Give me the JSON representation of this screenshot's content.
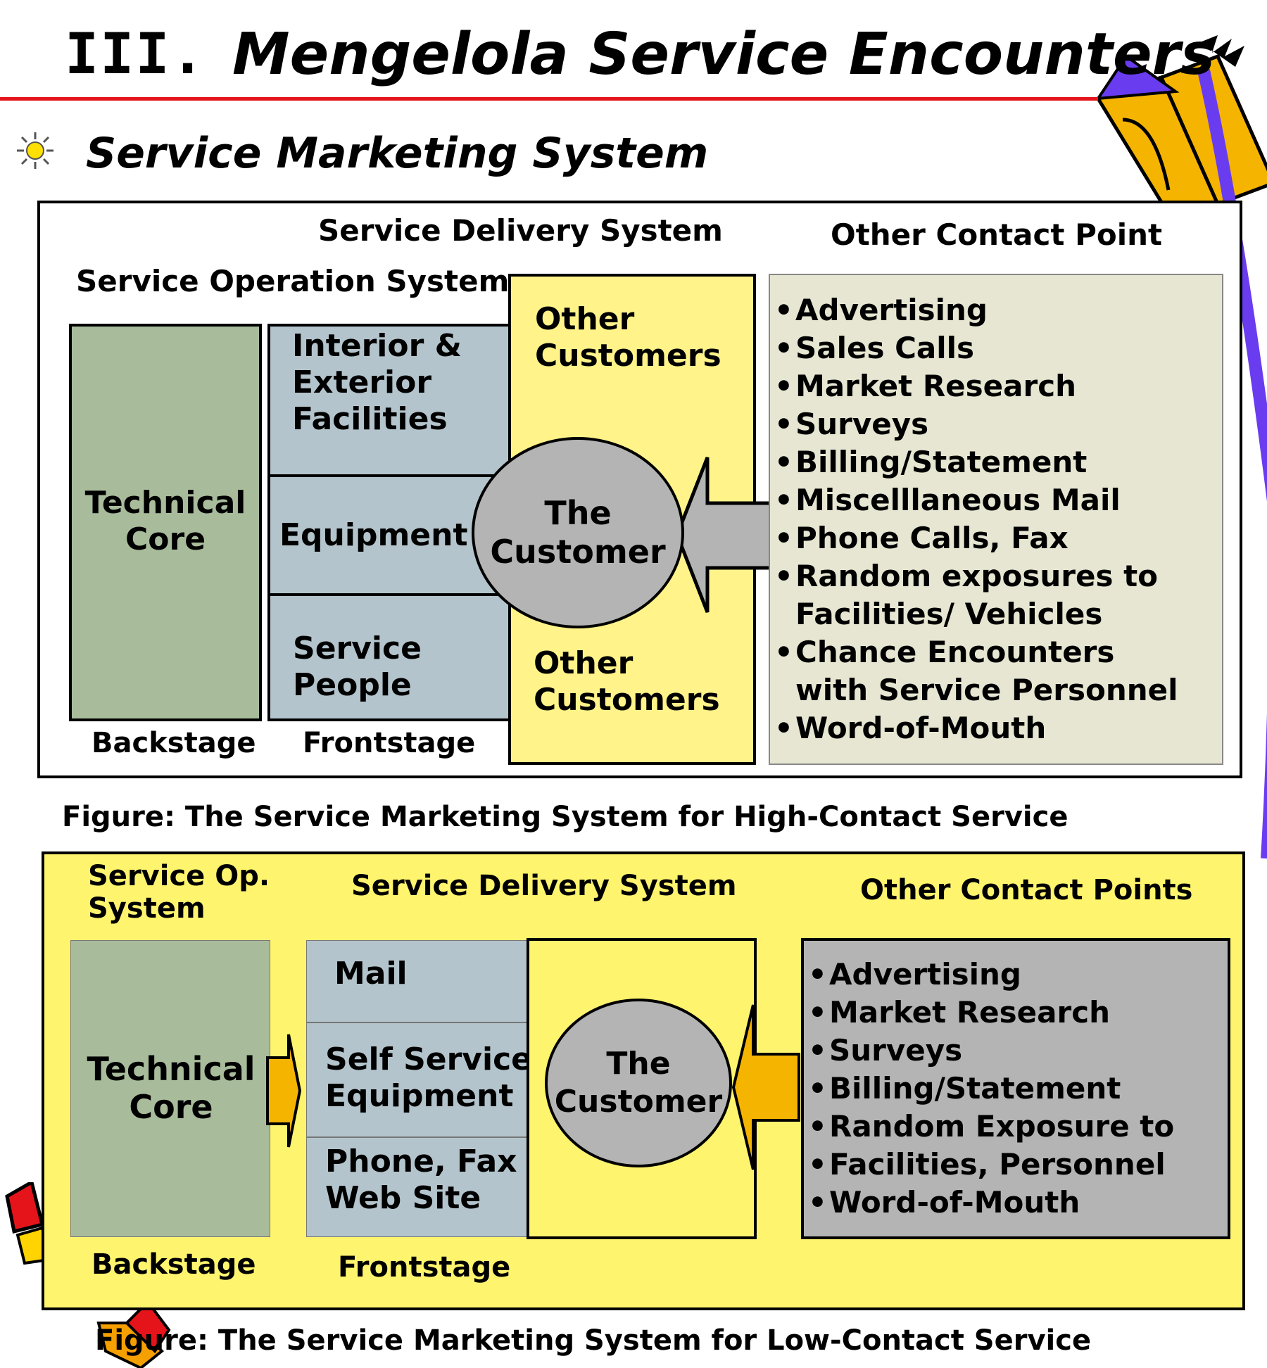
{
  "title": {
    "roman": "III.",
    "text": "Mengelola Service Encounters"
  },
  "subtitle": "Service Marketing System",
  "icons": [
    "sun-bullet-icon",
    "pencil-decoration-icon",
    "pencil-decoration-icon-2"
  ],
  "high_contact": {
    "service_delivery_system": "Service Delivery System",
    "other_contact_point": "Other Contact Point",
    "service_operation_system": "Service Operation System",
    "technical_core": [
      "Technical",
      "Core"
    ],
    "facilities": [
      "Interior &",
      "Exterior",
      "Facilities"
    ],
    "equipment": "Equipment",
    "service_people": [
      "Service",
      "People"
    ],
    "other_customers_top": [
      "Other",
      "Customers"
    ],
    "other_customers_bottom": [
      "Other",
      "Customers"
    ],
    "customer": [
      "The",
      "Customer"
    ],
    "backstage": "Backstage",
    "frontstage": "Frontstage",
    "contact_points": [
      "Advertising",
      "Sales Calls",
      "Market Research",
      "Surveys",
      "Billing/Statement",
      "Miscelllaneous Mail",
      "Phone Calls, Fax",
      "Random exposures to",
      "Facilities/ Vehicles",
      "Chance Encounters",
      "with Service Personnel",
      "Word-of-Mouth"
    ],
    "caption": "Figure: The Service Marketing System for High-Contact Service"
  },
  "low_contact": {
    "service_op_system": [
      "Service Op.",
      "System"
    ],
    "service_delivery_system": "Service Delivery System",
    "other_contact_points": "Other Contact Points",
    "technical_core": [
      "Technical",
      "Core"
    ],
    "mail": "Mail",
    "self_service": [
      "Self Service",
      "Equipment"
    ],
    "phone_fax": [
      "Phone, Fax",
      "Web Site"
    ],
    "customer": [
      "The",
      "Customer"
    ],
    "backstage": "Backstage",
    "frontstage": "Frontstage",
    "contact_points": [
      "Advertising",
      "Market Research",
      "Surveys",
      "Billing/Statement",
      "Random Exposure to",
      "Facilities, Personnel",
      "Word-of-Mouth"
    ],
    "caption": "Figure: The Service Marketing System for Low-Contact Service"
  }
}
